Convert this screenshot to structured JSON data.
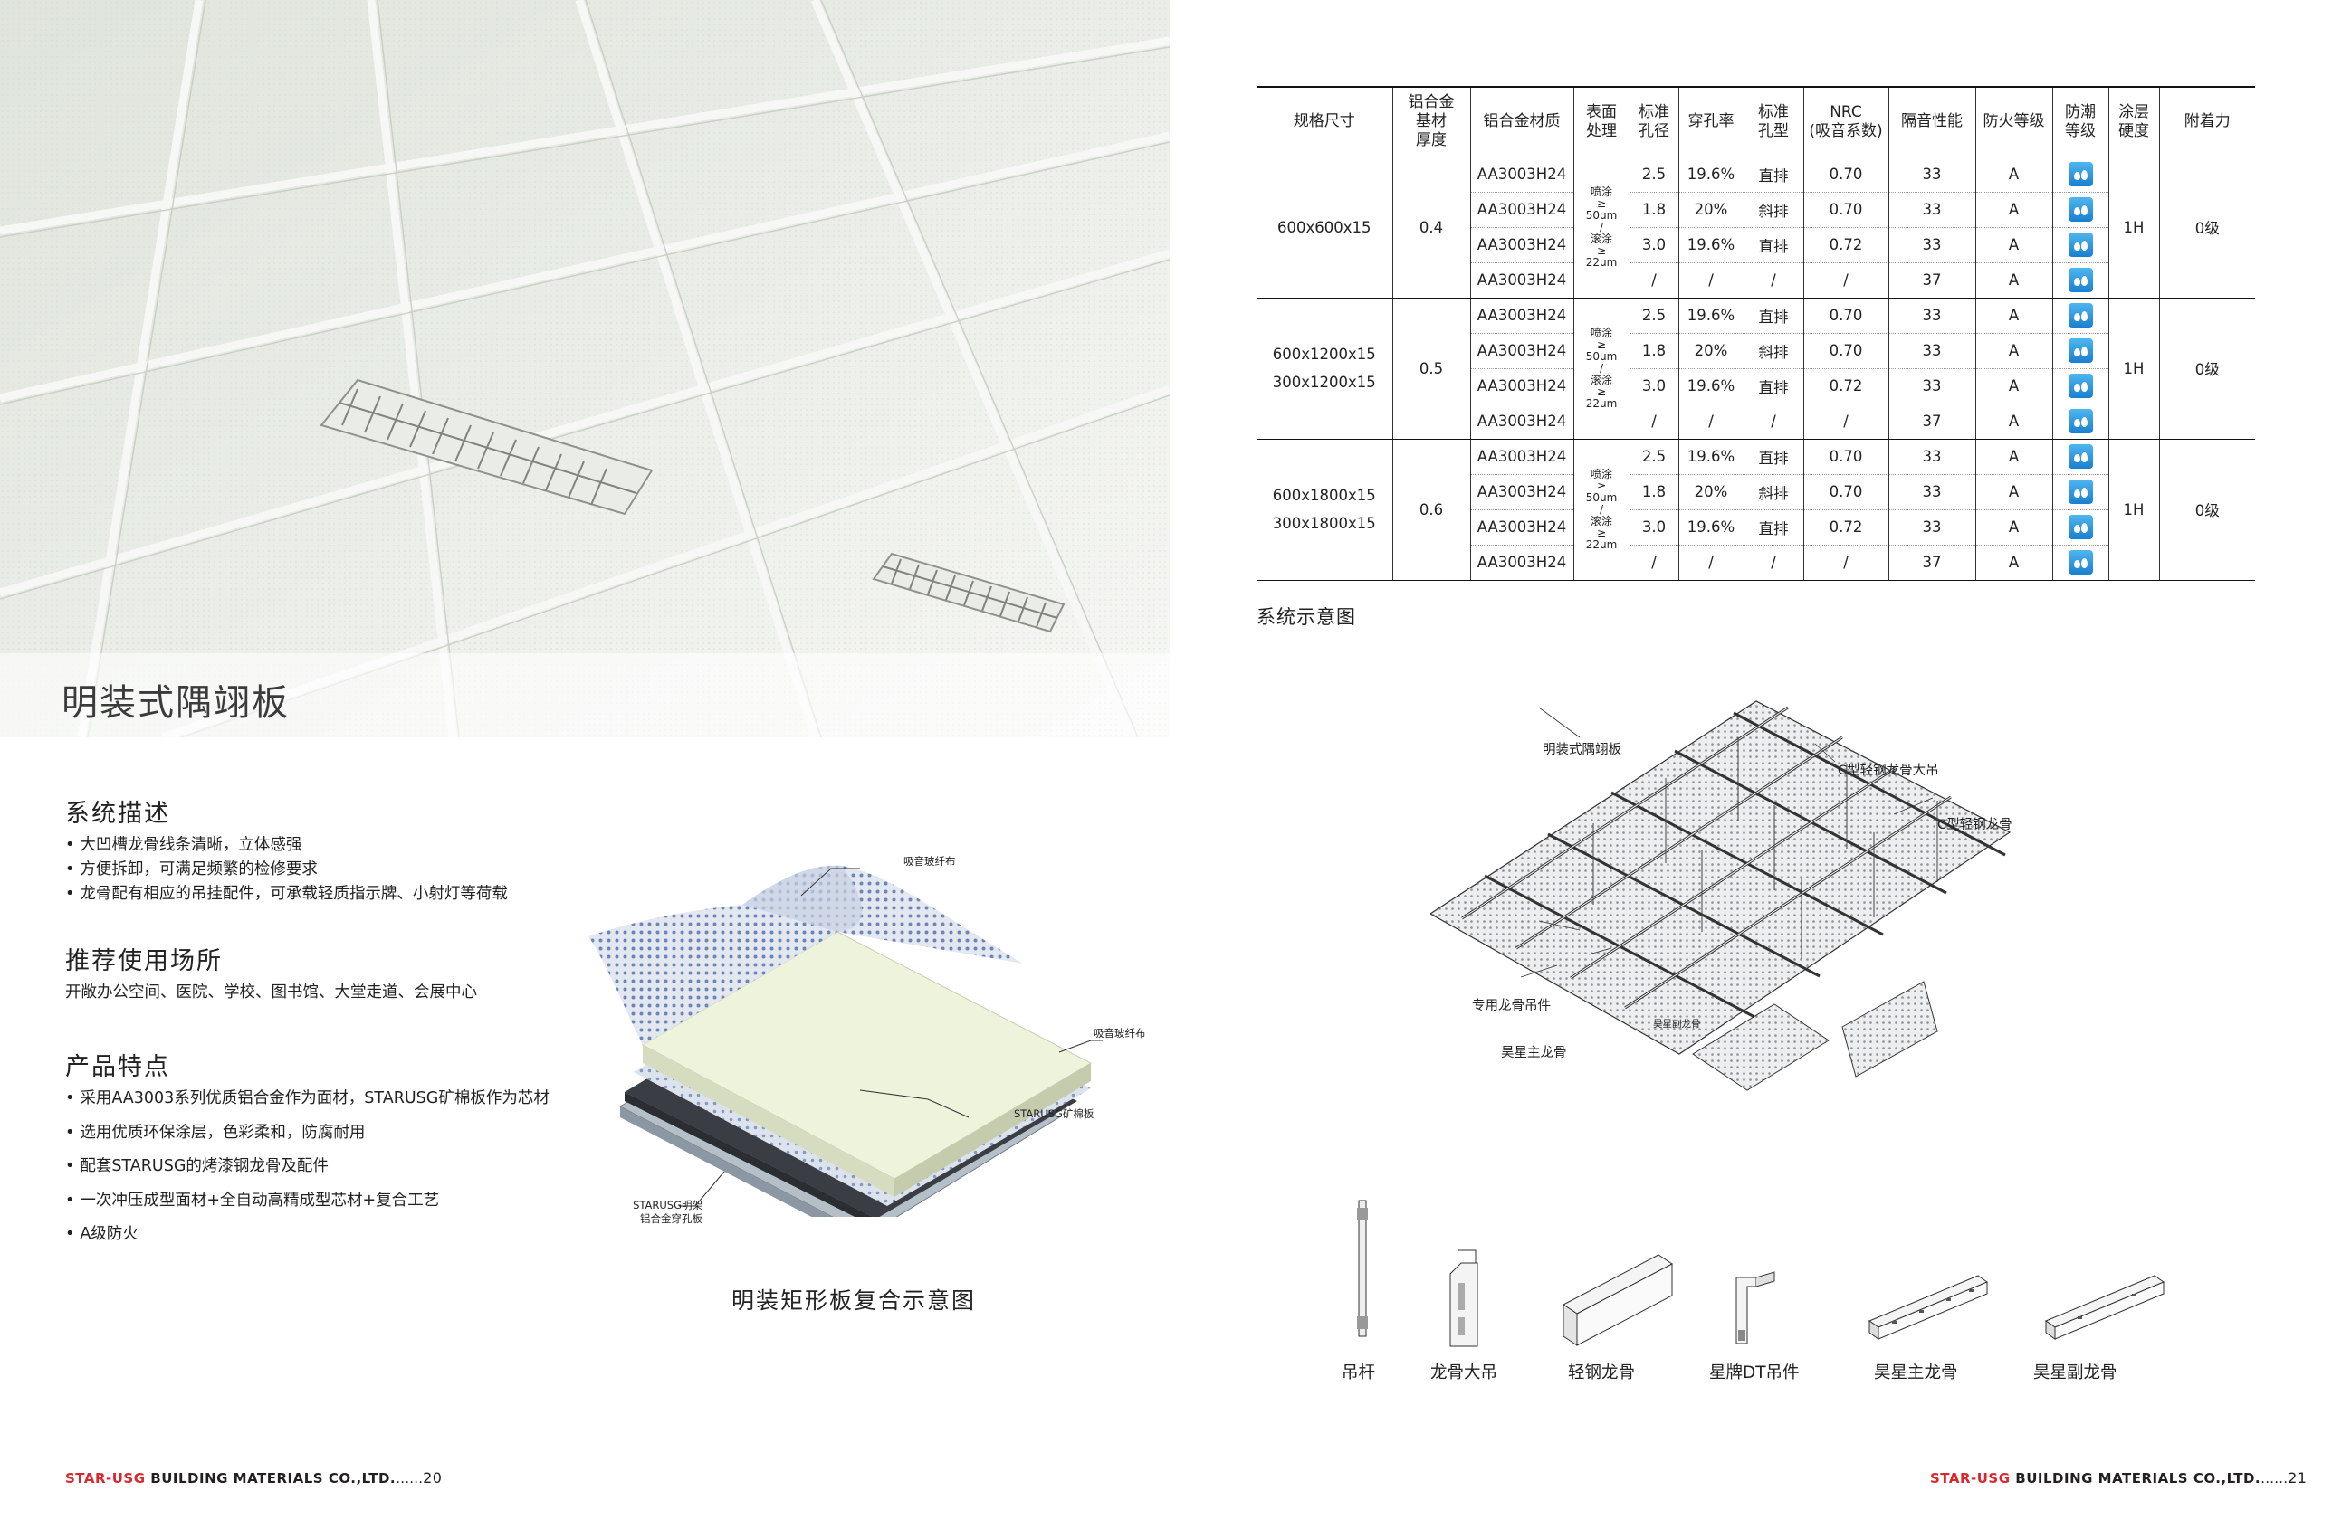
{
  "hero": {
    "title": "明装式隅翊板"
  },
  "left": {
    "sections": {
      "description": {
        "title": "系统描述",
        "items": [
          "大凹槽龙骨线条清晰，立体感强",
          "方便拆卸，可满足频繁的检修要求",
          "龙骨配有相应的吊挂配件，可承载轻质指示牌、小射灯等荷载"
        ]
      },
      "usage": {
        "title": "推荐使用场所",
        "text": "开敞办公空间、医院、学校、图书馆、大堂走道、会展中心"
      },
      "features": {
        "title": "产品特点",
        "items": [
          "采用AA3003系列优质铝合金作为面材，STARUSG矿棉板作为芯材",
          "选用优质环保涂层，色彩柔和，防腐耐用",
          "配套STARUSG的烤漆钢龙骨及配件",
          "一次冲压成型面材+全自动高精成型芯材+复合工艺",
          "A级防火"
        ]
      }
    },
    "composite": {
      "labels": {
        "fabric_top": "吸音玻纤布",
        "fabric_mid": "吸音玻纤布",
        "core": "STARUSG矿棉板",
        "panel_line1": "STARUSG明架",
        "panel_line2": "铝合金穿孔板"
      },
      "caption": "明装矩形板复合示意图"
    }
  },
  "table": {
    "headers": {
      "size": "规格尺寸",
      "thickness": [
        "铝合金",
        "基材",
        "厚度"
      ],
      "material": "铝合金材质",
      "surface": [
        "表面",
        "处理"
      ],
      "diameter": [
        "标准",
        "孔径"
      ],
      "rate": "穿孔率",
      "pattern": [
        "标准",
        "孔型"
      ],
      "nrc": [
        "NRC",
        "(吸音系数)"
      ],
      "sound": "隔音性能",
      "fire": "防火等级",
      "moisture": [
        "防潮",
        "等级"
      ],
      "hardness": [
        "涂层",
        "硬度"
      ],
      "adhesion": "附着力"
    },
    "process": [
      "喷涂",
      "≥",
      "50um",
      "/",
      "滚涂",
      "≥",
      "22um"
    ],
    "groups": [
      {
        "size": [
          "600x600x15"
        ],
        "thickness": "0.4",
        "hardness": "1H",
        "adhesion": "0级",
        "rows": [
          {
            "material": "AA3003H24",
            "diameter": "2.5",
            "rate": "19.6%",
            "pattern": "直排",
            "nrc": "0.70",
            "sound": "33",
            "fire": "A"
          },
          {
            "material": "AA3003H24",
            "diameter": "1.8",
            "rate": "20%",
            "pattern": "斜排",
            "nrc": "0.70",
            "sound": "33",
            "fire": "A"
          },
          {
            "material": "AA3003H24",
            "diameter": "3.0",
            "rate": "19.6%",
            "pattern": "直排",
            "nrc": "0.72",
            "sound": "33",
            "fire": "A"
          },
          {
            "material": "AA3003H24",
            "diameter": "/",
            "rate": "/",
            "pattern": "/",
            "nrc": "/",
            "sound": "37",
            "fire": "A"
          }
        ]
      },
      {
        "size": [
          "600x1200x15",
          "300x1200x15"
        ],
        "thickness": "0.5",
        "hardness": "1H",
        "adhesion": "0级",
        "rows": [
          {
            "material": "AA3003H24",
            "diameter": "2.5",
            "rate": "19.6%",
            "pattern": "直排",
            "nrc": "0.70",
            "sound": "33",
            "fire": "A"
          },
          {
            "material": "AA3003H24",
            "diameter": "1.8",
            "rate": "20%",
            "pattern": "斜排",
            "nrc": "0.70",
            "sound": "33",
            "fire": "A"
          },
          {
            "material": "AA3003H24",
            "diameter": "3.0",
            "rate": "19.6%",
            "pattern": "直排",
            "nrc": "0.72",
            "sound": "33",
            "fire": "A"
          },
          {
            "material": "AA3003H24",
            "diameter": "/",
            "rate": "/",
            "pattern": "/",
            "nrc": "/",
            "sound": "37",
            "fire": "A"
          }
        ]
      },
      {
        "size": [
          "600x1800x15",
          "300x1800x15"
        ],
        "thickness": "0.6",
        "hardness": "1H",
        "adhesion": "0级",
        "rows": [
          {
            "material": "AA3003H24",
            "diameter": "2.5",
            "rate": "19.6%",
            "pattern": "直排",
            "nrc": "0.70",
            "sound": "33",
            "fire": "A"
          },
          {
            "material": "AA3003H24",
            "diameter": "1.8",
            "rate": "20%",
            "pattern": "斜排",
            "nrc": "0.70",
            "sound": "33",
            "fire": "A"
          },
          {
            "material": "AA3003H24",
            "diameter": "3.0",
            "rate": "19.6%",
            "pattern": "直排",
            "nrc": "0.72",
            "sound": "33",
            "fire": "A"
          },
          {
            "material": "AA3003H24",
            "diameter": "/",
            "rate": "/",
            "pattern": "/",
            "nrc": "/",
            "sound": "37",
            "fire": "A"
          }
        ]
      }
    ],
    "moisture_icon": "water-drops-icon"
  },
  "system": {
    "title": "系统示意图",
    "labels": {
      "panel": "明装式隅翊板",
      "main_hanger": "C型轻钢龙骨大吊",
      "c_channel": "C型轻钢龙骨",
      "clip": "专用龙骨吊件",
      "cross_tee": "昊星副龙骨",
      "main_tee": "昊星主龙骨"
    },
    "parts": [
      "吊杆",
      "龙骨大吊",
      "轻钢龙骨",
      "星牌DT吊件",
      "昊星主龙骨",
      "昊星副龙骨"
    ]
  },
  "footer": {
    "left": {
      "brand": "STAR-USG",
      "company": " BUILDING MATERIALS CO.,LTD.",
      "dots": "……",
      "page": "20"
    },
    "right": {
      "brand": "STAR-USG",
      "company": " BUILDING MATERIALS CO.,LTD.",
      "dots": "……",
      "page": "21"
    }
  }
}
